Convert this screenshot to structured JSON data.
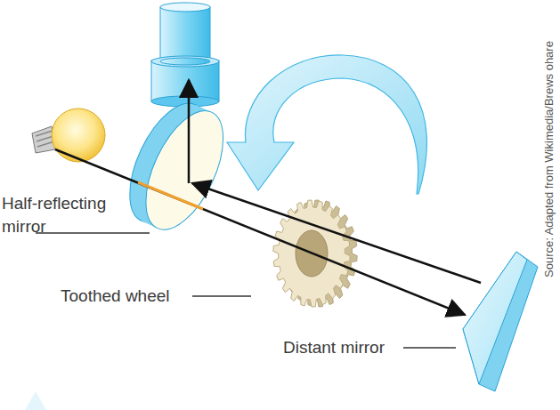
{
  "diagram": {
    "labels": [
      "Half-reflecting mirror",
      "Toothed wheel",
      "Distant mirror",
      "Source: Adapted from Wikimedia/Brews ohare"
    ]
  }
}
